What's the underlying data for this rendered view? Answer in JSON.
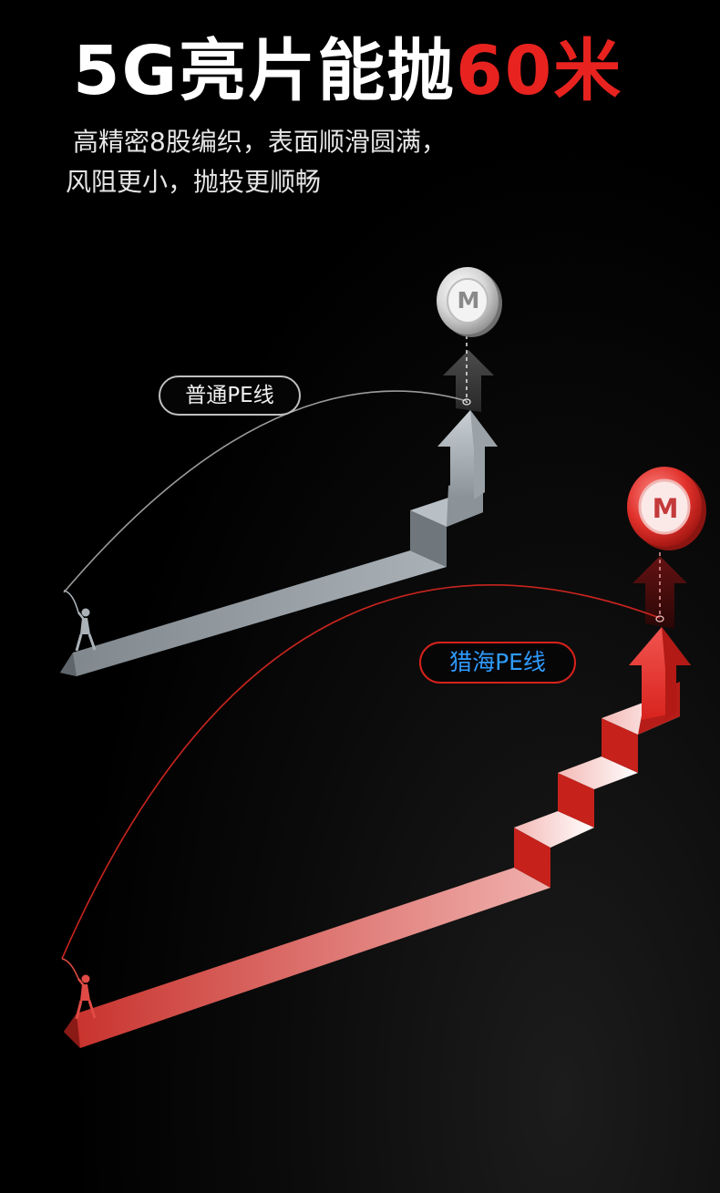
{
  "headline": {
    "main": "5G亮片能抛",
    "accent": "60米"
  },
  "subtitle": {
    "line1": "高精密8股编织，表面顺滑圆满，",
    "line2": "风阻更小，抛投更顺畅"
  },
  "labels": {
    "normal_line": "普通PE线",
    "lie_hai_line": "猎海PE线"
  },
  "targets": {
    "grey_letter": "M",
    "red_letter": "M"
  },
  "colors": {
    "accent": "#e8231f",
    "label_blue": "#2f9bff",
    "grey_path": "#8f979d",
    "red_path": "#d42a24"
  }
}
